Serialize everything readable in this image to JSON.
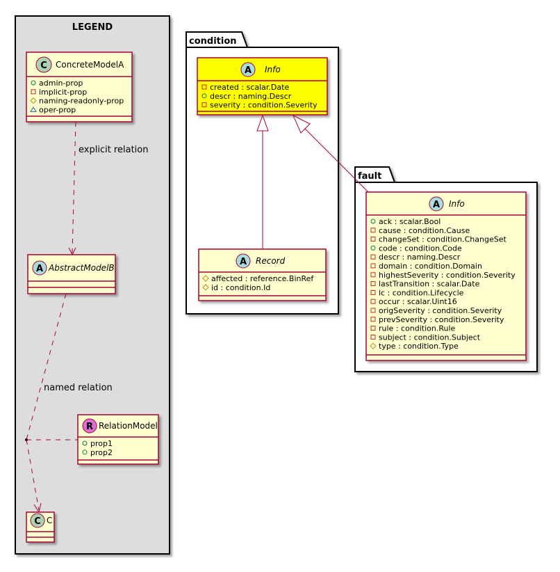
{
  "legend": {
    "title": "LEGEND",
    "concrete_model": {
      "stereotype": "C",
      "name": "ConcreteModelA",
      "attributes": [
        {
          "visibility": "public",
          "text": "admin-prop"
        },
        {
          "visibility": "private",
          "text": "implicit-prop"
        },
        {
          "visibility": "protected",
          "text": "naming-readonly-prop"
        },
        {
          "visibility": "package",
          "text": "oper-prop"
        }
      ]
    },
    "abstract_model": {
      "stereotype": "A",
      "name": "AbstractModelB"
    },
    "relation_model": {
      "stereotype": "R",
      "name": "RelationModel",
      "attributes": [
        {
          "visibility": "public",
          "text": "prop1"
        },
        {
          "visibility": "public",
          "text": "prop2"
        }
      ]
    },
    "class_c": {
      "stereotype": "C",
      "name": "C"
    },
    "explicit_relation_label": "explicit relation",
    "named_relation_label": "named relation"
  },
  "condition_package": {
    "title": "condition",
    "info": {
      "stereotype": "A",
      "name": "Info",
      "highlight_color": "#FFFF00",
      "attributes": [
        {
          "visibility": "private",
          "text": "created : scalar.Date"
        },
        {
          "visibility": "public",
          "text": "descr : naming.Descr"
        },
        {
          "visibility": "private",
          "text": "severity : condition.Severity"
        }
      ]
    },
    "record": {
      "stereotype": "A",
      "name": "Record",
      "attributes": [
        {
          "visibility": "protected",
          "text": "affected : reference.BinRef"
        },
        {
          "visibility": "protected",
          "text": "id : condition.Id"
        }
      ]
    }
  },
  "fault_package": {
    "title": "fault",
    "info": {
      "stereotype": "A",
      "name": "Info",
      "attributes": [
        {
          "visibility": "public",
          "text": "ack : scalar.Bool"
        },
        {
          "visibility": "private",
          "text": "cause : condition.Cause"
        },
        {
          "visibility": "private",
          "text": "changeSet : condition.ChangeSet"
        },
        {
          "visibility": "public",
          "text": "code : condition.Code"
        },
        {
          "visibility": "private",
          "text": "descr : naming.Descr"
        },
        {
          "visibility": "private",
          "text": "domain : condition.Domain"
        },
        {
          "visibility": "private",
          "text": "highestSeverity : condition.Severity"
        },
        {
          "visibility": "private",
          "text": "lastTransition : scalar.Date"
        },
        {
          "visibility": "private",
          "text": "lc : condition.Lifecycle"
        },
        {
          "visibility": "private",
          "text": "occur : scalar.Uint16"
        },
        {
          "visibility": "private",
          "text": "origSeverity : condition.Severity"
        },
        {
          "visibility": "private",
          "text": "prevSeverity : condition.Severity"
        },
        {
          "visibility": "private",
          "text": "rule : condition.Rule"
        },
        {
          "visibility": "private",
          "text": "subject : condition.Subject"
        },
        {
          "visibility": "protected",
          "text": "type : condition.Type"
        }
      ]
    }
  },
  "colors": {
    "class_fill": "#FEFECE",
    "border": "#A80036",
    "legend_bg": "#DDDDDD",
    "abstract_badge": "#A9DCDF",
    "concrete_badge": "#ADD1B2",
    "relation_badge": "#DA70D6",
    "public": "#038048",
    "private": "#C82930",
    "protected": "#B38D22",
    "package": "#1963A0"
  }
}
